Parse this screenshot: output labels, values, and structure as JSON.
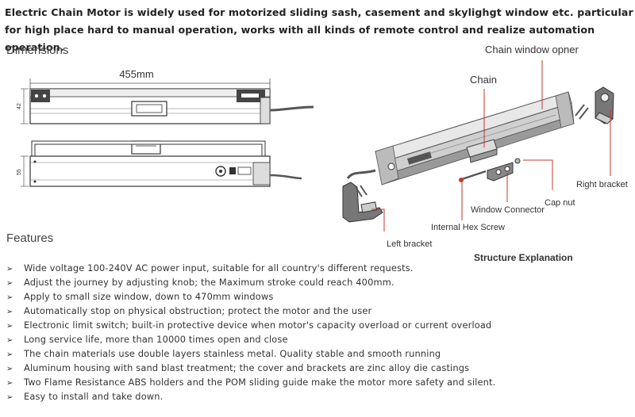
{
  "intro_text": "Electric Chain Motor is widely used for motorized sliding sash, casement and skylighgt window etc. particular for high place hard to manual operation, works with all kinds of remote control and realize automation operation.",
  "dimensions": {
    "heading": "Dimensions",
    "length_label": "455mm",
    "top_view_height_label": "42",
    "side_view_height_label": "55"
  },
  "structure": {
    "title": "Structure Explanation",
    "labels": {
      "chain_window_opener": "Chain window opner",
      "chain": "Chain",
      "right_bracket": "Right bracket",
      "cap_nut": "Cap nut",
      "window_connector": "Window Connector",
      "internal_hex_screw": "Internal Hex Screw",
      "left_bracket": "Left bracket"
    }
  },
  "features": {
    "heading": "Features",
    "bullet_icon": "arrow-bullet-icon",
    "items": [
      "Wide voltage 100-240V AC power input,  suitable for all country's different requests.",
      "Adjust the journey by adjusting knob; the Maximum stroke could reach 400mm.",
      "Apply to small size window,  down to 470mm windows",
      "Automatically stop on physical obstruction; protect the motor and the user",
      "Electronic limit switch; built-in protective device when motor's capacity overload or current overload",
      "Long service life,  more than 10000 times open and close",
      "The chain materials use double layers stainless metal.  Quality stable and smooth running",
      "Aluminum housing with sand blast treatment; the cover and brackets are zinc alloy die castings",
      "Two Flame Resistance ABS holders and the POM sliding guide make the motor more safety and silent.",
      "Easy to install and take down."
    ]
  },
  "colors": {
    "callout_line": "#c0392b",
    "text": "#222222"
  }
}
